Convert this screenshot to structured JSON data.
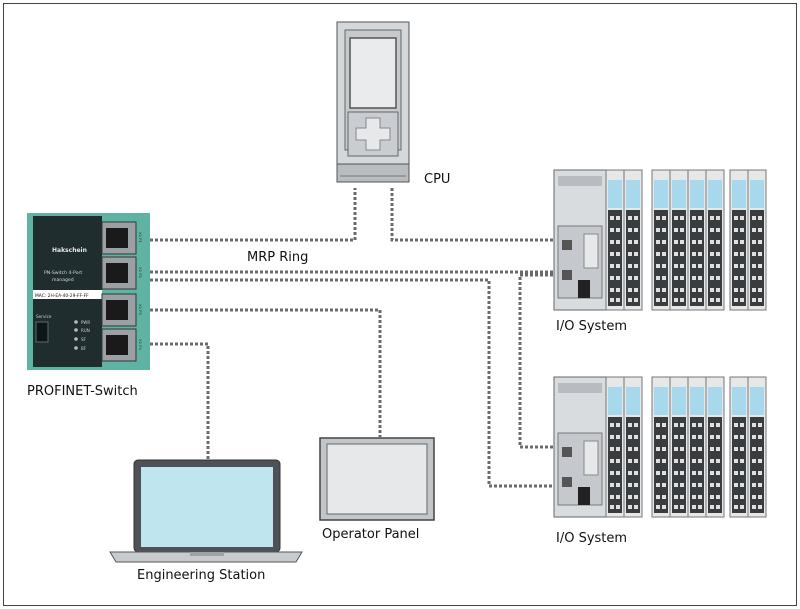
{
  "nodes": {
    "cpu": "CPU",
    "mrp_ring": "MRP Ring",
    "switch": "PROFINET-Switch",
    "io_system_1": "I/O System",
    "io_system_2": "I/O System",
    "operator_panel": "Operator Panel",
    "engineering_station": "Engineering Station"
  },
  "switch_face": {
    "brand": "Hakschein",
    "model_line1": "PN-Switch 4-Port",
    "model_line2": "managed",
    "mac": "MAC: 2H-EA-40-29-FF-FF",
    "service": "Service",
    "leds": [
      "PWR",
      "RUN",
      "SF",
      "BF"
    ],
    "ports": [
      "X1 P1",
      "X1 P2",
      "X1 P3",
      "X1 P4"
    ]
  },
  "colors": {
    "switch_teal": "#5fb3a3",
    "switch_body": "#1f2d2f",
    "device_gray": "#d9dcdf",
    "module_blue": "#a7d8ec",
    "cable": "#666666",
    "screen": "#bfe6ee"
  }
}
